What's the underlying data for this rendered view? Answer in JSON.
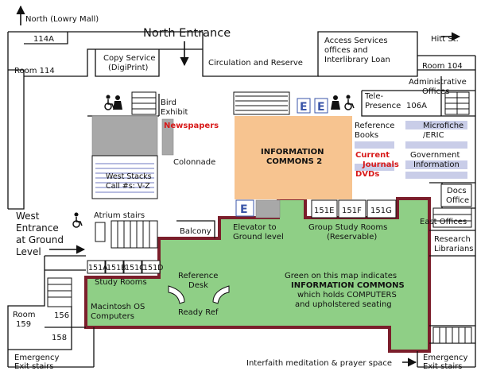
{
  "labels": {
    "north_lowry": "North (Lowry Mall)",
    "north_entrance": "North Entrance",
    "hitt": "Hitt St.",
    "room_114a": "114A",
    "room_114": "Room 114",
    "copy_service": "Copy Service",
    "digiprint": "(DigiPrint)",
    "circulation": "Circulation and Reserve",
    "access_1": "Access Services",
    "access_2": "offices and",
    "access_3": "Interlibrary Loan",
    "room_104": "Room 104",
    "admin_1": "Administrative",
    "admin_2": "Offices",
    "bird_1": "Bird",
    "bird_2": "Exhibit",
    "newspapers": "Newspapers",
    "telepresence_1": "Tele-",
    "telepresence_2": "Presence",
    "room_106a": "106A",
    "reference_books_1": "Reference",
    "reference_books_2": "Books",
    "current_1": "Current",
    "current_2": "Journals",
    "dvds": "DVDs",
    "microfiche_1": "Microfiche",
    "microfiche_2": "/ERIC",
    "government_1": "Government",
    "government_2": "Information",
    "ic2_1": "INFORMATION",
    "ic2_2": "COMMONS 2",
    "colonnade": "Colonnade",
    "west_stacks_1": "West Stacks",
    "west_stacks_2": "Call #s: V-Z",
    "docs_1": "Docs",
    "docs_2": "Office",
    "west_entrance_1": "West",
    "west_entrance_2": "Entrance",
    "west_entrance_3": "at Ground",
    "west_entrance_4": "Level",
    "atrium": "Atrium stairs",
    "balcony": "Balcony",
    "elevator_1": "Elevator to",
    "elevator_2": "Ground level",
    "room_151e": "151E",
    "room_151f": "151F",
    "room_151g": "151G",
    "group_study_1": "Group Study Rooms",
    "group_study_2": "(Reservable)",
    "east_offices": "East Offices",
    "research_1": "Research",
    "research_2": "Librarians",
    "room_151a": "151A",
    "room_151b": "151B",
    "room_151c": "151C",
    "room_151d": "151D",
    "study_rooms": "Study Rooms",
    "reference_desk_1": "Reference",
    "reference_desk_2": "Desk",
    "ready_ref": "Ready Ref",
    "mac_1": "Macintosh OS",
    "mac_2": "Computers",
    "green_1": "Green on this map indicates",
    "green_2": "INFORMATION COMMONS",
    "green_3": "which holds COMPUTERS",
    "green_4": "and upholstered seating",
    "room_159_1": "Room",
    "room_159_2": "159",
    "room_156": "156",
    "room_158": "158",
    "emergency_left_1": "Emergency",
    "emergency_left_2": "Exit stairs",
    "interfaith": "Interfaith meditation & prayer space",
    "emergency_right_1": "Emergency",
    "emergency_right_2": "Exit stairs",
    "elevator_letter": "E"
  },
  "colors": {
    "information_commons": "#8fcf86",
    "information_commons_border": "#7b1e2b",
    "information_commons_2": "#f7c490",
    "shelving_lavender": "#c9cde8",
    "label_red": "#d81a1a",
    "elevator_blue": "#3a55a8",
    "gray_area": "#a8a8a8"
  },
  "icons": {
    "restroom": "restroom-icon",
    "accessible": "wheelchair-icon",
    "elevator": "elevator-icon",
    "arrow": "arrow-icon"
  }
}
